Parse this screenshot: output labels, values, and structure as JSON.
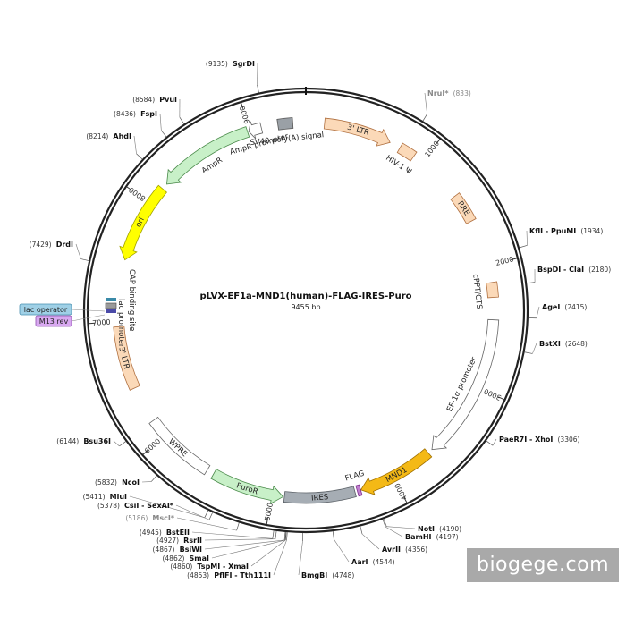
{
  "plasmid": {
    "name": "pLVX-EF1a-MND1(human)-FLAG-IRES-Puro",
    "size_label": "9455 bp",
    "length": 9455
  },
  "ticks": [
    {
      "pos": 1000,
      "label": "1000"
    },
    {
      "pos": 2000,
      "label": "2000"
    },
    {
      "pos": 3000,
      "label": "3000"
    },
    {
      "pos": 4000,
      "label": "4000"
    },
    {
      "pos": 5000,
      "label": "5000"
    },
    {
      "pos": 6000,
      "label": "6000"
    },
    {
      "pos": 7000,
      "label": "7000"
    },
    {
      "pos": 8000,
      "label": "8000"
    },
    {
      "pos": 9000,
      "label": "9000"
    }
  ],
  "features": [
    {
      "name": "3' LTR",
      "start": 150,
      "end": 700,
      "dir": "fwd",
      "color": "#fbd9b8",
      "stroke": "#b07040",
      "track": -1,
      "label_inside": true
    },
    {
      "name": "HIV-1 Ψ",
      "start": 790,
      "end": 920,
      "dir": "none",
      "color": "#fbd9b8",
      "stroke": "#b07040",
      "track": -1,
      "label_inside": false
    },
    {
      "name": "RRE",
      "start": 1380,
      "end": 1620,
      "dir": "none",
      "color": "#fbd9b8",
      "stroke": "#b07040",
      "track": -1,
      "label_inside": true
    },
    {
      "name": "cPPT/CTS",
      "start": 2140,
      "end": 2260,
      "dir": "none",
      "color": "#fbd9b8",
      "stroke": "#b07040",
      "track": -1,
      "label_inside": false
    },
    {
      "name": "EF-1α promoter",
      "start": 2440,
      "end": 3620,
      "dir": "fwd",
      "color": "#ffffff",
      "stroke": "#666666",
      "track": -1,
      "label_inside": false
    },
    {
      "name": "MND1",
      "start": 3660,
      "end": 4280,
      "dir": "fwd",
      "color": "#f4b916",
      "stroke": "#a07000",
      "track": -1,
      "label_inside": true
    },
    {
      "name": "FLAG",
      "start": 4282,
      "end": 4310,
      "dir": "none",
      "color": "#c080d0",
      "stroke": "#803090",
      "track": -1,
      "label_inside": false
    },
    {
      "name": "IRES",
      "start": 4330,
      "end": 4900,
      "dir": "none",
      "color": "#a6adb4",
      "stroke": "#5a6066",
      "track": -1,
      "label_inside": true
    },
    {
      "name": "PuroR",
      "start": 4910,
      "end": 5500,
      "dir": "rev",
      "color": "#c8f0c8",
      "stroke": "#4a8a4a",
      "track": -1,
      "label_inside": true
    },
    {
      "name": "WPRE",
      "start": 5560,
      "end": 6150,
      "dir": "none",
      "color": "#ffffff",
      "stroke": "#666666",
      "track": -1,
      "label_inside": true
    },
    {
      "name": "3' LTR",
      "start": 6450,
      "end": 6960,
      "dir": "none",
      "color": "#fbd9b8",
      "stroke": "#b07040",
      "track": -1,
      "label_inside": true
    },
    {
      "name": "ori",
      "start": 7500,
      "end": 8150,
      "dir": "rev",
      "color": "#ffff00",
      "stroke": "#a0a000",
      "track": -1,
      "label_inside": true
    },
    {
      "name": "AmpR",
      "start": 8200,
      "end": 8980,
      "dir": "rev",
      "color": "#c8f0c8",
      "stroke": "#4a8a4a",
      "track": -1,
      "label_inside": false
    },
    {
      "name": "AmpR promoter",
      "start": 8990,
      "end": 9095,
      "dir": "rev",
      "color": "#ffffff",
      "stroke": "#666666",
      "track": -1,
      "label_inside": false
    },
    {
      "name": "SV40 poly(A) signal",
      "start": 9230,
      "end": 9350,
      "dir": "none",
      "color": "#9aa0a6",
      "stroke": "#555555",
      "track": -1,
      "label_inside": false
    }
  ],
  "inner_labels": {
    "cap_site": "CAP binding site",
    "lac_promoter": "lac promoter"
  },
  "side_tags": [
    {
      "name": "lac operator",
      "color": "#9fd0e6",
      "stroke": "#4a90b0"
    },
    {
      "name": "M13 rev",
      "color": "#d8a8f0",
      "stroke": "#9050b0"
    }
  ],
  "sites": [
    {
      "name": "SgrDI",
      "pos": "9135",
      "grey": false
    },
    {
      "name": "NruI*",
      "pos": "833",
      "grey": true
    },
    {
      "name": "PvuI",
      "pos": "8584",
      "grey": false
    },
    {
      "name": "FspI",
      "pos": "8436",
      "grey": false
    },
    {
      "name": "AhdI",
      "pos": "8214",
      "grey": false
    },
    {
      "name": "KflI - PpuMI",
      "pos": "1934",
      "grey": false
    },
    {
      "name": "BspDI - ClaI",
      "pos": "2180",
      "grey": false
    },
    {
      "name": "DrdI",
      "pos": "7429",
      "grey": false
    },
    {
      "name": "AgeI",
      "pos": "2415",
      "grey": false
    },
    {
      "name": "BstXI",
      "pos": "2648",
      "grey": false
    },
    {
      "name": "PaeR7I - XhoI",
      "pos": "3306",
      "grey": false
    },
    {
      "name": "Bsu36I",
      "pos": "6144",
      "grey": false
    },
    {
      "name": "NcoI",
      "pos": "5832",
      "grey": false
    },
    {
      "name": "MluI",
      "pos": "5411",
      "grey": false
    },
    {
      "name": "CsiI - SexAI*",
      "pos": "5378",
      "grey": false
    },
    {
      "name": "MscI*",
      "pos": "5186",
      "grey": true
    },
    {
      "name": "NotI",
      "pos": "4190",
      "grey": false
    },
    {
      "name": "BamHI",
      "pos": "4197",
      "grey": false
    },
    {
      "name": "AvrII",
      "pos": "4356",
      "grey": false
    },
    {
      "name": "AarI",
      "pos": "4544",
      "grey": false
    },
    {
      "name": "BmgBI",
      "pos": "4748",
      "grey": false
    },
    {
      "name": "BstEII",
      "pos": "4945",
      "grey": false
    },
    {
      "name": "RsrII",
      "pos": "4927",
      "grey": false
    },
    {
      "name": "BsiWI",
      "pos": "4867",
      "grey": false
    },
    {
      "name": "SmaI",
      "pos": "4862",
      "grey": false
    },
    {
      "name": "TspMI - XmaI",
      "pos": "4860",
      "grey": false
    },
    {
      "name": "PflFI - Tth111I",
      "pos": "4853",
      "grey": false
    }
  ],
  "watermark": "biogege.com"
}
